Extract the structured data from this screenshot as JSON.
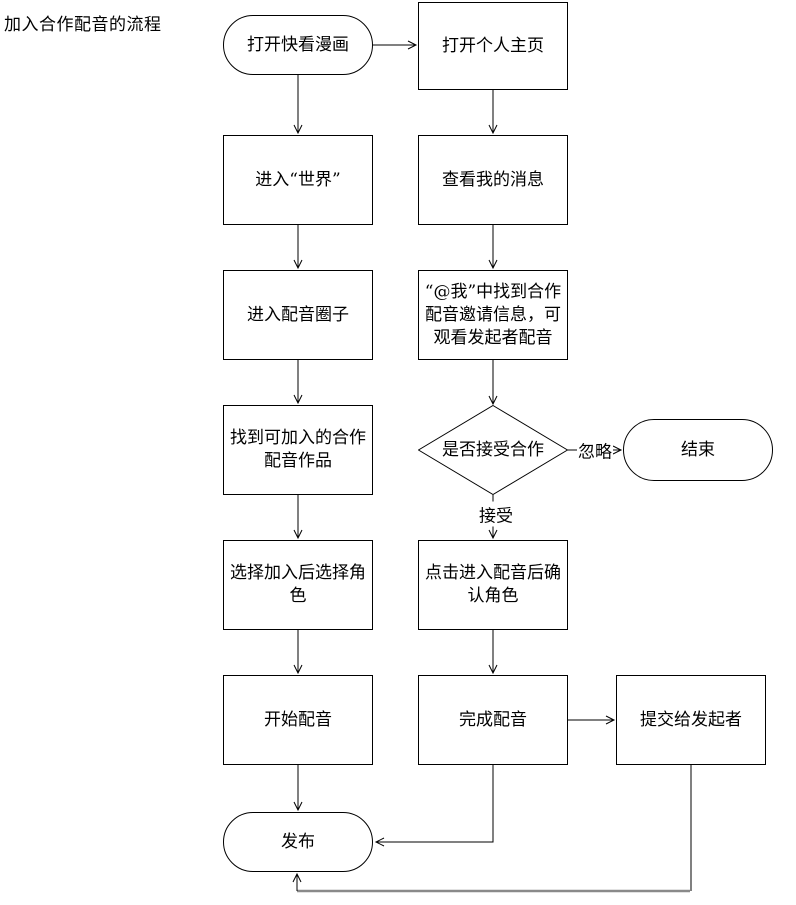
{
  "title": "加入合作配音的流程",
  "flowchart": {
    "nodes": {
      "start": {
        "type": "stadium",
        "label": "打开快看漫画"
      },
      "open_homepage": {
        "type": "rect",
        "label": "打开个人主页"
      },
      "enter_world": {
        "type": "rect",
        "label": "进入“世界”"
      },
      "view_messages": {
        "type": "rect",
        "label": "查看我的消息"
      },
      "enter_dubbing_circle": {
        "type": "rect",
        "label": "进入配音圈子"
      },
      "find_invitation": {
        "type": "rect",
        "label": "“@我”中找到合作配音邀请信息，可观看发起者配音"
      },
      "find_joinable_work": {
        "type": "rect",
        "label": "找到可加入的合作配音作品"
      },
      "accept_decision": {
        "type": "diamond",
        "label": "是否接受合作"
      },
      "end": {
        "type": "stadium",
        "label": "结束"
      },
      "choose_role_after_join": {
        "type": "rect",
        "label": "选择加入后选择角色"
      },
      "confirm_role": {
        "type": "rect",
        "label": "点击进入配音后确认角色"
      },
      "start_dubbing": {
        "type": "rect",
        "label": "开始配音"
      },
      "finish_dubbing": {
        "type": "rect",
        "label": "完成配音"
      },
      "submit_to_initiator": {
        "type": "rect",
        "label": "提交给发起者"
      },
      "publish": {
        "type": "stadium",
        "label": "发布"
      }
    },
    "edge_labels": {
      "ignore": "忽略",
      "accept": "接受"
    },
    "colors": {
      "line": "#000000",
      "return_line": "#8a8a8a",
      "background": "#ffffff",
      "text": "#000000"
    }
  }
}
